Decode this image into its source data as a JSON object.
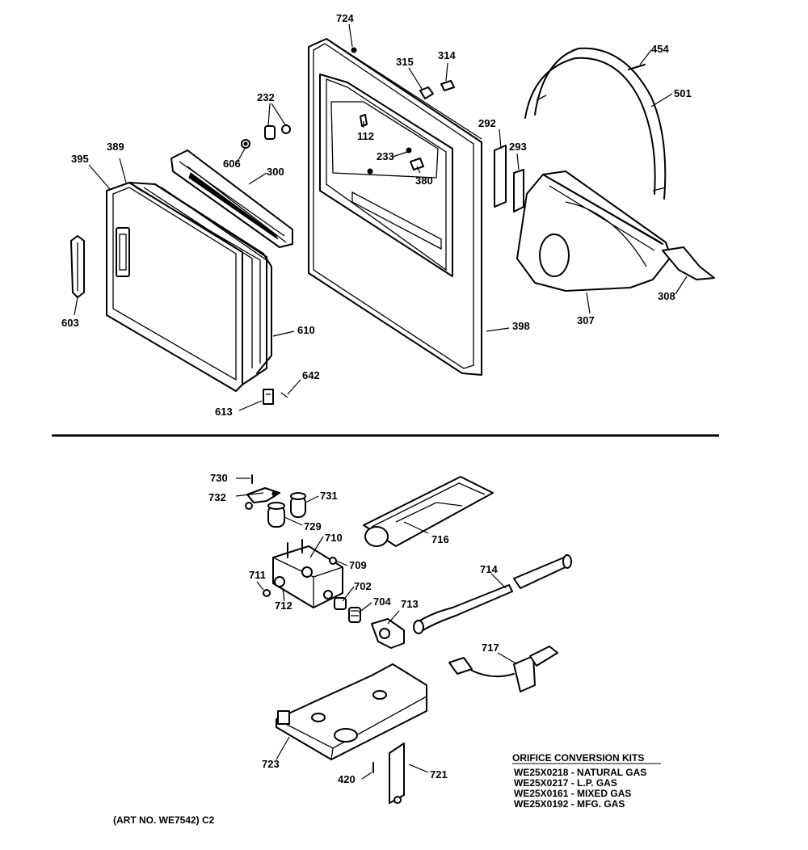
{
  "part_labels": {
    "p724": "724",
    "p315": "315",
    "p314": "314",
    "p454": "454",
    "p501": "501",
    "p232": "232",
    "p112": "112",
    "p292": "292",
    "p293": "293",
    "p233": "233",
    "p380": "380",
    "p389": "389",
    "p395": "395",
    "p606": "606",
    "p300": "300",
    "p603": "603",
    "p610": "610",
    "p642": "642",
    "p613": "613",
    "p398": "398",
    "p307": "307",
    "p308": "308",
    "p730": "730",
    "p732": "732",
    "p731": "731",
    "p729": "729",
    "p710": "710",
    "p716": "716",
    "p709": "709",
    "p711": "711",
    "p712": "712",
    "p702": "702",
    "p704": "704",
    "p713": "713",
    "p714": "714",
    "p717": "717",
    "p723": "723",
    "p420": "420",
    "p721": "721"
  },
  "orifice_kits": {
    "title": "ORIFICE CONVERSION KITS",
    "items": [
      "WE25X0218 - NATURAL GAS",
      "WE25X0217 - L.P. GAS",
      "WE25X0161 - MIXED GAS",
      "WE25X0192 - MFG. GAS"
    ]
  },
  "art_number": "(ART NO. WE7542) C2"
}
